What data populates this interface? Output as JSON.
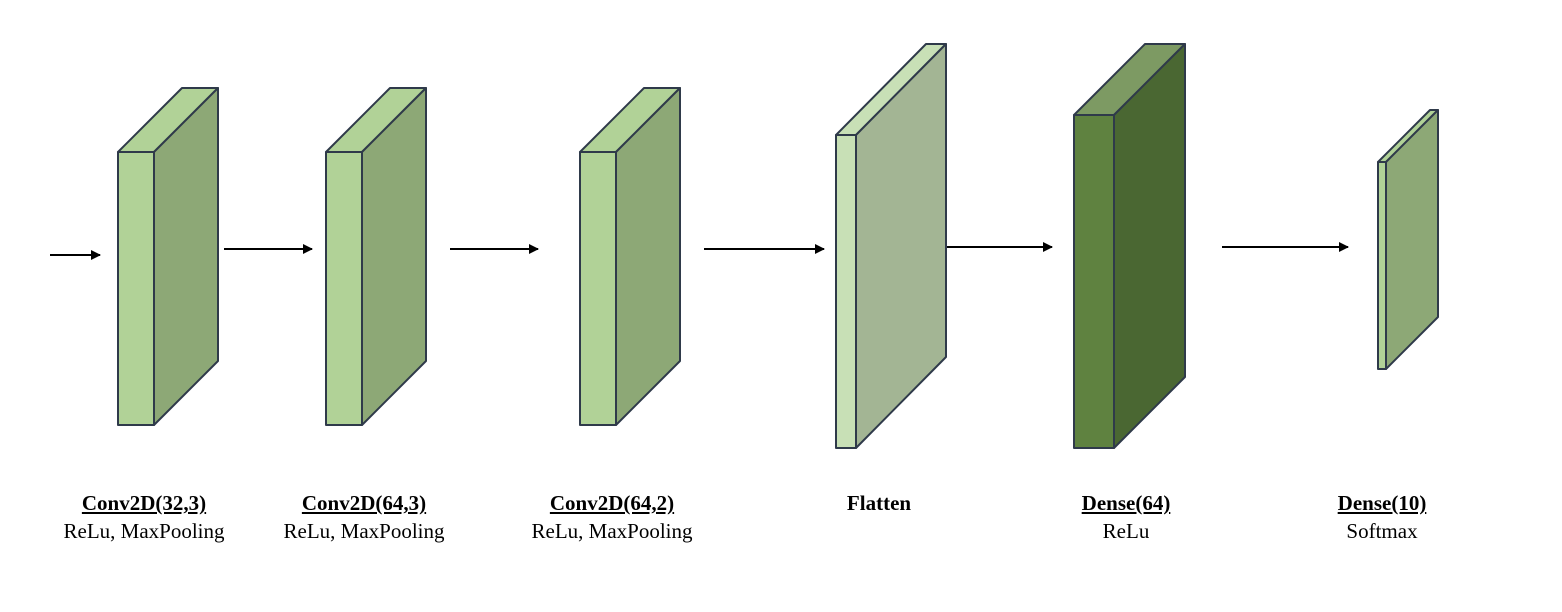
{
  "colors": {
    "conv_front": "#b1d297",
    "conv_side": "#8da876",
    "flatten_front": "#c8e0b6",
    "flatten_side": "#a3b594",
    "flatten_top": "#c8e0b6",
    "dense64_front": "#5f8240",
    "dense64_side": "#4a6732",
    "dense64_top": "#7d9a63",
    "dense10_front": "#b1d297",
    "dense10_side": "#8da876",
    "outline": "#2f3a4a",
    "arrow": "#000000"
  },
  "layers": [
    {
      "id": "conv1",
      "title": "Conv2D(32,3)",
      "subtitle": "ReLu, MaxPooling",
      "underline": true
    },
    {
      "id": "conv2",
      "title": "Conv2D(64,3)",
      "subtitle": "ReLu, MaxPooling",
      "underline": true
    },
    {
      "id": "conv3",
      "title": "Conv2D(64,2)",
      "subtitle": "ReLu, MaxPooling",
      "underline": true
    },
    {
      "id": "flatten",
      "title": "Flatten",
      "subtitle": "",
      "underline": false
    },
    {
      "id": "dense64",
      "title": "Dense(64)",
      "subtitle": "ReLu",
      "underline": true
    },
    {
      "id": "dense10",
      "title": "Dense(10)",
      "subtitle": "Softmax",
      "underline": true
    }
  ]
}
